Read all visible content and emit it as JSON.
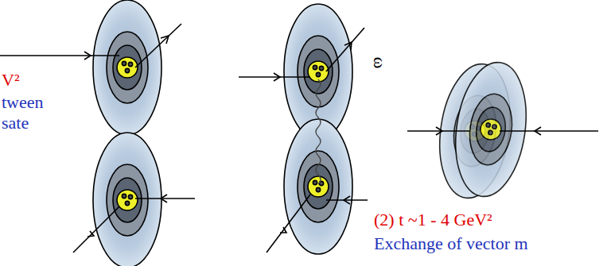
{
  "diagram": {
    "labels": [
      "V²",
      "tween",
      "sate",
      "ω",
      "(2) t ~1 - 4 GeV²",
      "Exchange of vector m"
    ]
  }
}
